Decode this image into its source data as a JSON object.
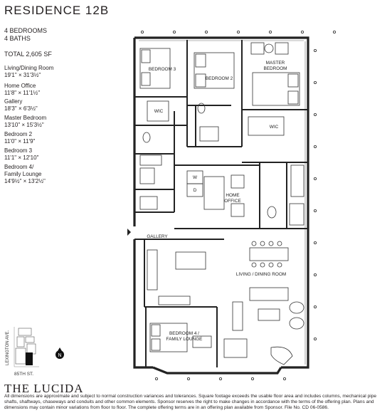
{
  "header": {
    "title": "RESIDENCE 12B",
    "bedrooms": "4 BEDROOMS",
    "baths": "4 BATHS",
    "total": "TOTAL 2,605 SF"
  },
  "rooms": [
    {
      "name": "Living/Dining Room",
      "dim": "19'1\" × 31'3½\""
    },
    {
      "name": "Home Office",
      "dim": "11'8\" × 11'1½\""
    },
    {
      "name": "Gallery",
      "dim": "18'3\" × 6'3½\""
    },
    {
      "name": "Master Bedroom",
      "dim": "13'10\" × 15'3½\""
    },
    {
      "name": "Bedroom 2",
      "dim": "11'0\" × 11'9\""
    },
    {
      "name": "Bedroom 3",
      "dim": "11'1\" × 12'10\""
    },
    {
      "name": "Bedroom 4/",
      "name2": "Family Lounge",
      "dim": "14'9½\" × 13'2½\""
    }
  ],
  "plan_labels": {
    "bedroom3": "BEDROOM 3",
    "bedroom2": "BEDROOM 2",
    "master1": "MASTER",
    "master2": "BEDROOM",
    "wic": "WIC",
    "w": "W",
    "d": "D",
    "office1": "HOME",
    "office2": "OFFICE",
    "gallery": "GALLERY",
    "living": "LIVING / DINING ROOM",
    "bed4_1": "BEDROOM 4 /",
    "bed4_2": "FAMILY LOUNGE"
  },
  "key_plan": {
    "avenue": "LEXINGTON AVE.",
    "street": "85TH ST.",
    "compass": "N"
  },
  "brand": "THE LUCIDA",
  "disclaimer": "All dimensions are approximate and subject to normal construction variances and tolerances. Square footage exceeds the usable floor area and includes columns, mechanical pipe shafts, shaftways, chaseways and conduits and other common elements. Sponsor reserves the right to make changes in accordance with the terms of the offering plan. Plans and dimensions may contain minor variations from floor to floor. The complete offering terms are in an offering plan available from Sponsor. File No. CD 06-0586."
}
